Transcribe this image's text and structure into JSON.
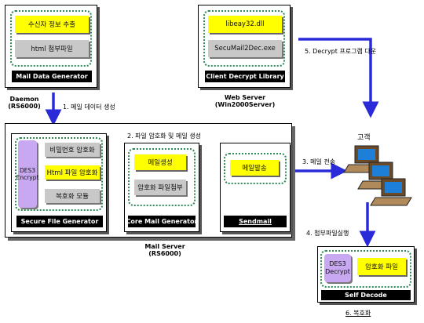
{
  "mail_data_generator": {
    "item1": "수신자 정보 추출",
    "item2": "html 첨부파일",
    "label": "Mail Data Generator"
  },
  "daemon": {
    "line1": "Daemon",
    "line2": "(RS6000)"
  },
  "client_decrypt_library": {
    "item1": "libeay32.dll",
    "item2": "SecuMail2Dec.exe",
    "label": "Client Decrypt Library"
  },
  "web_server": {
    "line1": "Web Server",
    "line2": "(Win2000Server)"
  },
  "steps": {
    "s1": "1. 메일 데이터 생성",
    "s2": "2. 파일 암호화 및  메일 생성",
    "s3": "3. 메일 전송",
    "s4": "4. 첨부파일실행",
    "s5": "5. Decrypt 프로그램 다운",
    "s6": "6. 복호화"
  },
  "secure_file_generator": {
    "encrypt_line1": "DES3",
    "encrypt_line2": "Encrypt",
    "item1": "비밀번호 암호화",
    "item2": "Html 파일 암호화",
    "item3": "복호화 모듈",
    "label": "Secure File Generator"
  },
  "core_mail_generator": {
    "item1": "메일생성",
    "item2": "암호화 파일첨부",
    "label": "Core Mail Generator"
  },
  "sendmail": {
    "item1": "메일발송",
    "label": "Sendmail"
  },
  "mail_server": {
    "line1": "Mail Server",
    "line2": "(RS6000)"
  },
  "customer": {
    "label": "고객"
  },
  "self_decode": {
    "decrypt_line1": "DES3",
    "decrypt_line2": "Decrypt",
    "item1": "암호화 파일",
    "label": "Self Decode"
  },
  "colors": {
    "yellow": "#ffff00",
    "gray": "#c8c8c8",
    "purple": "#c8a8f0",
    "arrow_blue": "#2a2ad8",
    "dotted_green": "#2e8b57"
  }
}
